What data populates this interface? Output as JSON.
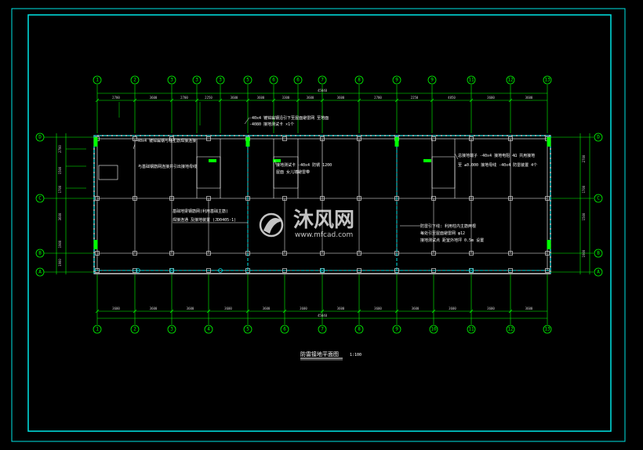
{
  "drawing": {
    "title": "防雷接地平面图",
    "scale": "1:100",
    "frame_color": "#00e5e5",
    "line_color": "#00ff00",
    "wall_color": "#ffffff",
    "ground_color": "#00e5e5"
  },
  "axes": {
    "top_numbers": [
      "1",
      "2",
      "3",
      "3",
      "3",
      "5",
      "6",
      "6",
      "7",
      "8",
      "9",
      "9",
      "11",
      "12",
      "13"
    ],
    "bottom_numbers": [
      "1",
      "2",
      "3",
      "4",
      "5",
      "6",
      "7",
      "8",
      "9",
      "10",
      "11",
      "12",
      "13"
    ],
    "row_letters": [
      "D",
      "C",
      "B",
      "A"
    ],
    "top_total": "45040",
    "bottom_total": "45040"
  },
  "dimensions": {
    "top_spans": [
      "2700",
      "3600",
      "2700",
      "2250",
      "3600",
      "3600",
      "3300",
      "3600",
      "3600",
      "2700",
      "2250",
      "4850",
      "3600",
      "3600"
    ],
    "bottom_spans": [
      "3600",
      "3600",
      "3600",
      "3600",
      "3600",
      "3600",
      "3600",
      "3600",
      "3600",
      "3600",
      "3600",
      "3600"
    ],
    "left_spans": [
      "2700",
      "1500",
      "1700",
      "3600",
      "1900",
      "1900"
    ],
    "right_spans": [
      "2700",
      "1700",
      "1500",
      "1900"
    ]
  },
  "notes": [
    "-40x4 镀锌扁钢沿引下至屋面避雷网 至地面",
    "-4080 接地测试卡 ×1个",
    "-40x4 镀锌扁钢与柱主筋焊接连接",
    "与基础钢筋网连接并引出接地母线",
    "接地测试卡 -40x4 防锈 1200",
    "屋面 女儿墙避雷带",
    "基础地梁钢筋网(利用基础主筋)",
    "焊接连通 及接地装置 (JD0405-1)",
    "总接地端子 -40x4 接地电阻 4Ω 共用接地",
    "至 ±0.000 接地母线 -40x4 防雷装置 4个",
    "防雷引下线: 利用柱内主筋两根",
    "每处引至屋面避雷网 φ12",
    "接地测试点 距室外地坪 0.5m 设置"
  ],
  "watermark": {
    "brand": "沐风网",
    "url": "www.mfcad.com"
  }
}
